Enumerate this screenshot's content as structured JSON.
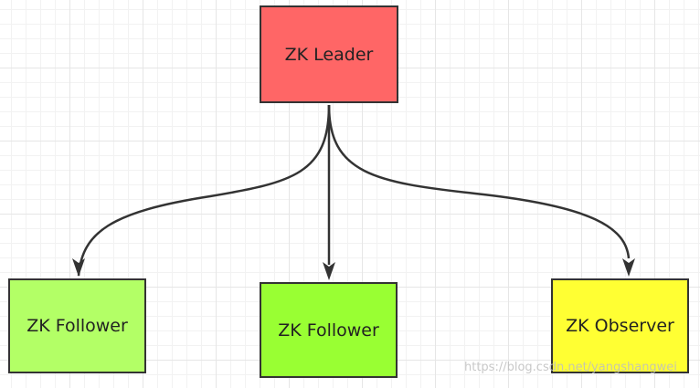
{
  "nodes": {
    "leader": {
      "label": "ZK Leader",
      "color": "#ff6666"
    },
    "follower_1": {
      "label": "ZK Follower",
      "color": "#b3ff66"
    },
    "follower_2": {
      "label": "ZK Follower",
      "color": "#99ff33"
    },
    "observer": {
      "label": "ZK Observer",
      "color": "#ffff33"
    }
  },
  "edges": [
    {
      "from": "ZK Leader",
      "to": "ZK Follower"
    },
    {
      "from": "ZK Leader",
      "to": "ZK Follower"
    },
    {
      "from": "ZK Leader",
      "to": "ZK Observer"
    }
  ],
  "style": {
    "border_color": "#333333",
    "edge_color": "#333333"
  },
  "watermark": "https://blog.csdn.net/yangshangwei"
}
